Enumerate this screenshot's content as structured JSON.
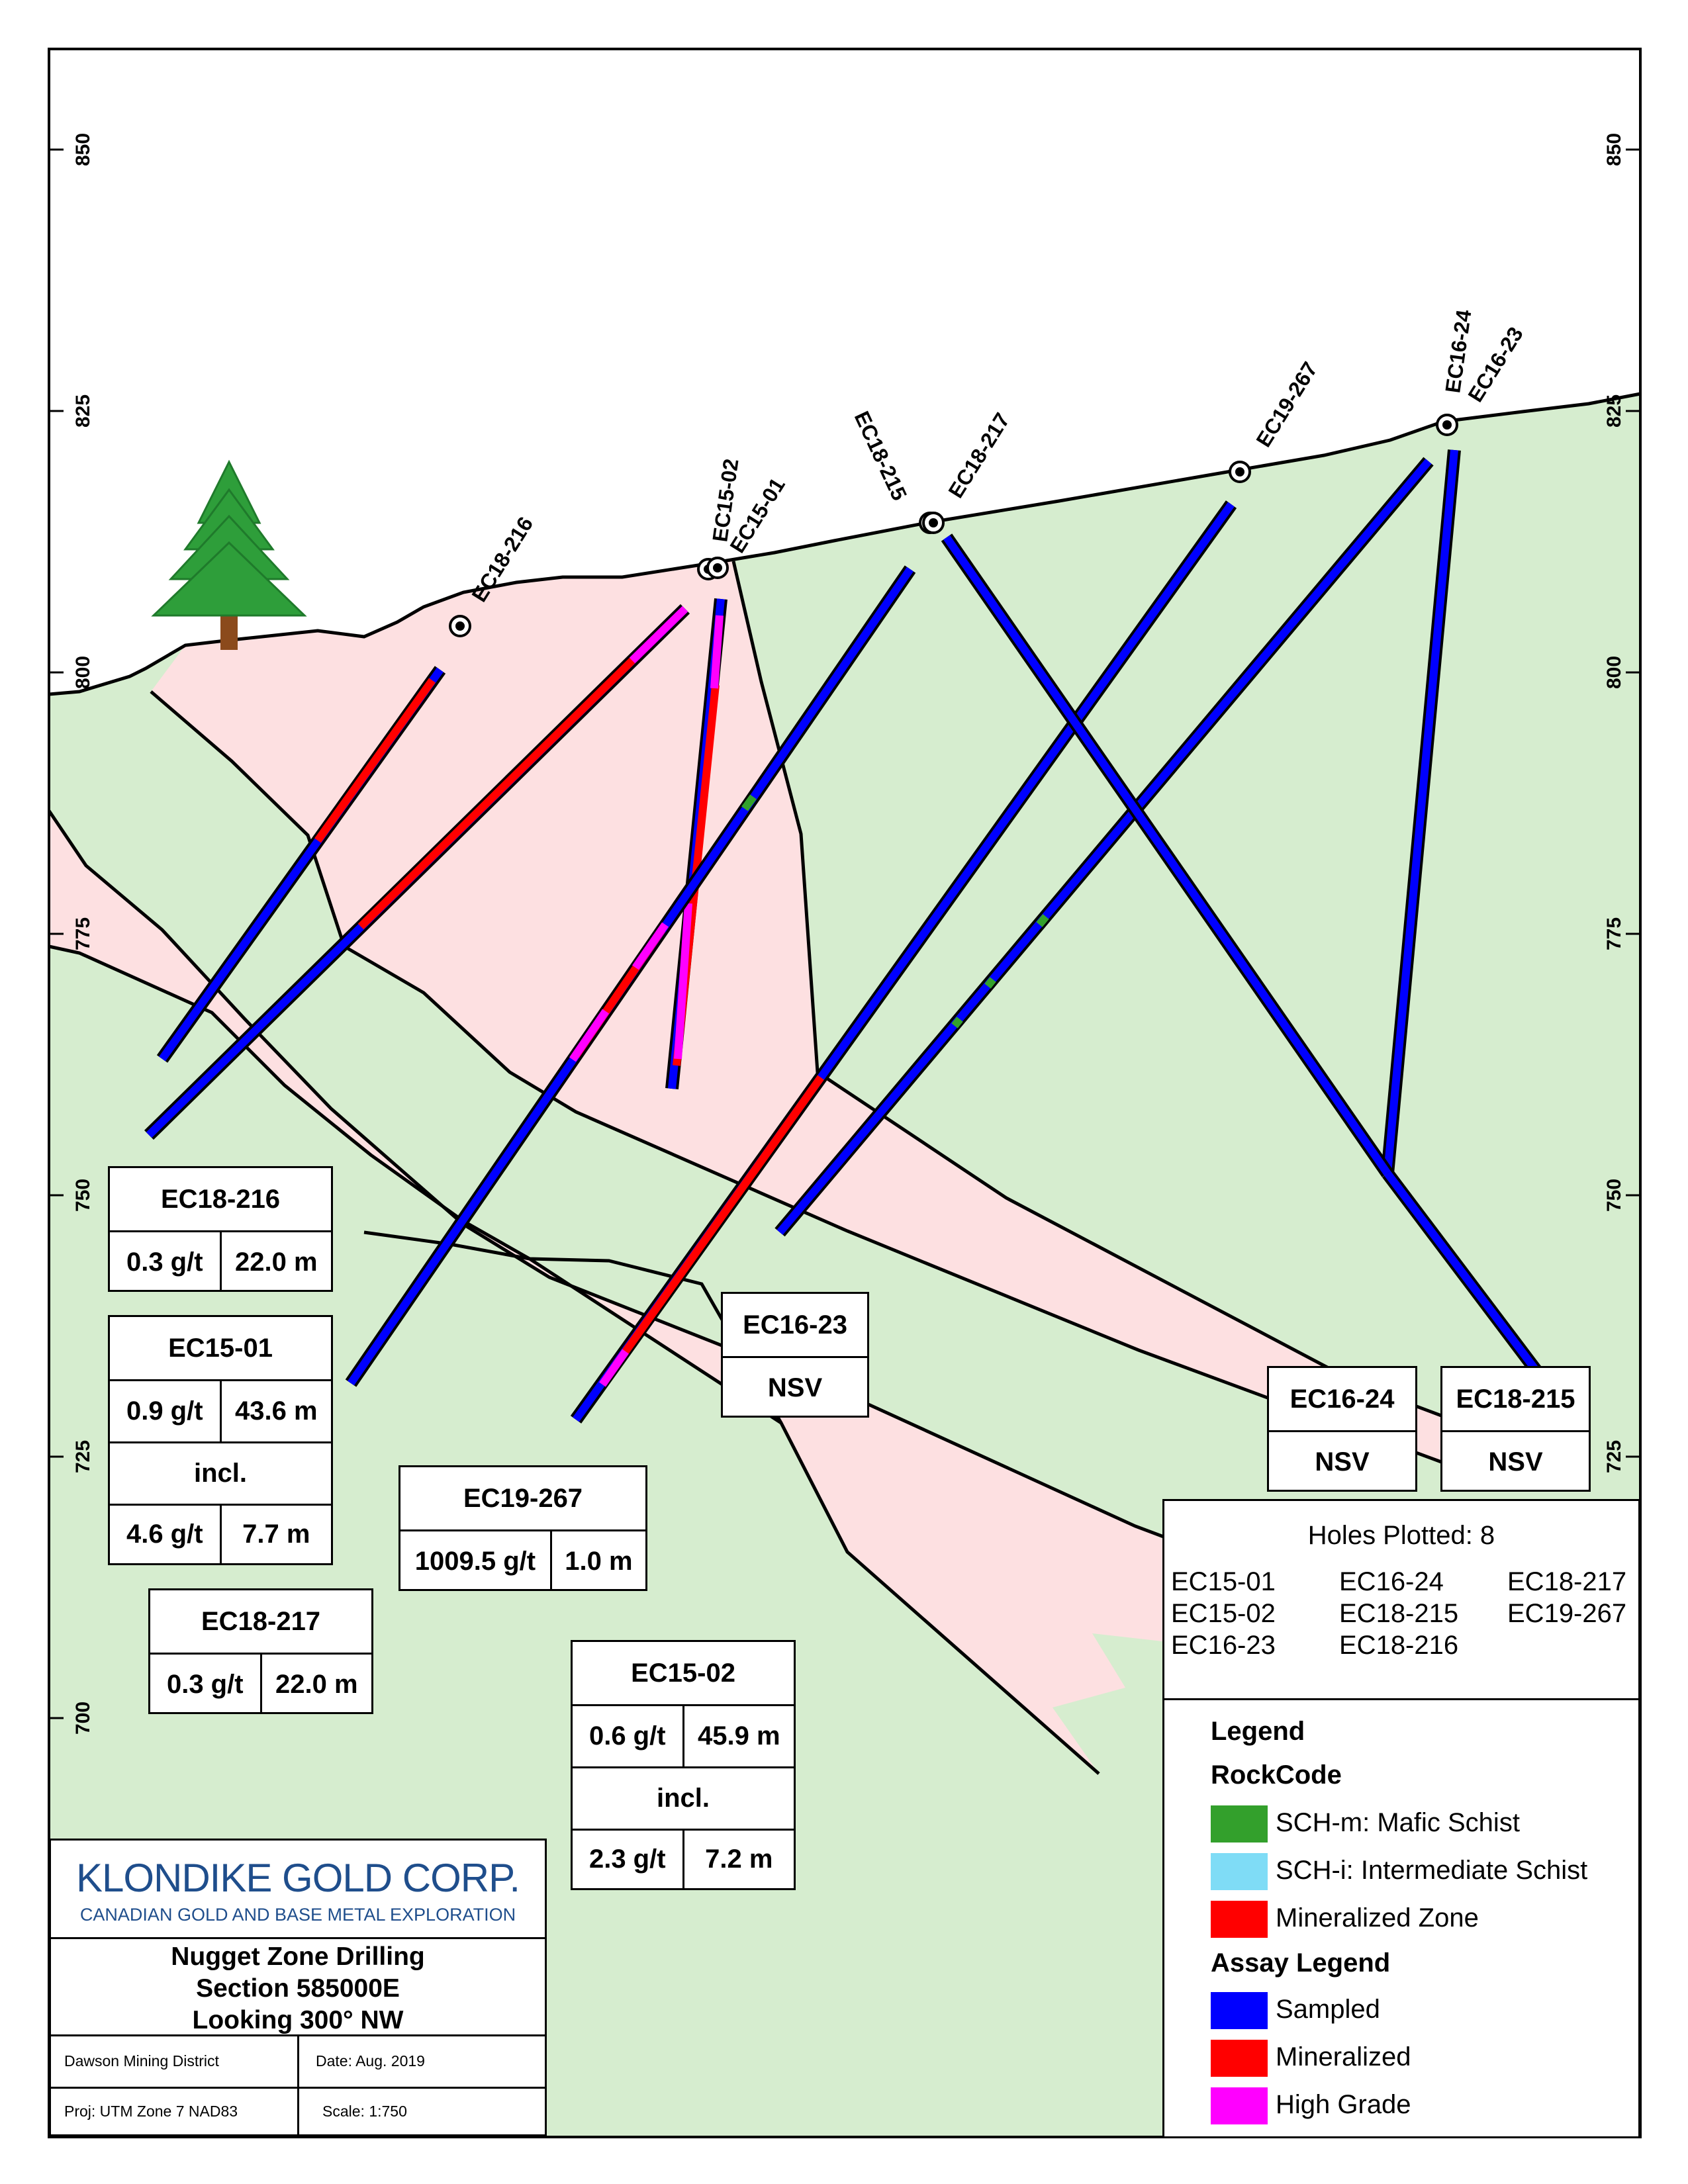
{
  "elevation_axis": {
    "labels": [
      "850",
      "825",
      "800",
      "775",
      "750",
      "725",
      "700"
    ]
  },
  "drill_holes": [
    {
      "name": "EC18-216"
    },
    {
      "name": "EC15-02"
    },
    {
      "name": "EC15-01"
    },
    {
      "name": "EC18-215"
    },
    {
      "name": "EC18-217"
    },
    {
      "name": "EC19-267"
    },
    {
      "name": "EC16-24"
    },
    {
      "name": "EC16-23"
    }
  ],
  "intercepts": {
    "ec18_216": {
      "hole": "EC18-216",
      "grade": "0.3 g/t",
      "length": "22.0 m"
    },
    "ec15_01": {
      "hole": "EC15-01",
      "grade": "0.9 g/t",
      "length": "43.6 m",
      "incl": "incl.",
      "incl_grade": "4.6 g/t",
      "incl_length": "7.7 m"
    },
    "ec19_267": {
      "hole": "EC19-267",
      "grade": "1009.5 g/t",
      "length": "1.0 m"
    },
    "ec18_217": {
      "hole": "EC18-217",
      "grade": "0.3 g/t",
      "length": "22.0 m"
    },
    "ec15_02": {
      "hole": "EC15-02",
      "grade": "0.6 g/t",
      "length": "45.9 m",
      "incl": "incl.",
      "incl_grade": "2.3 g/t",
      "incl_length": "7.2 m"
    },
    "ec16_23": {
      "hole": "EC16-23",
      "result": "NSV"
    },
    "ec16_24": {
      "hole": "EC16-24",
      "result": "NSV"
    },
    "ec18_215": {
      "hole": "EC18-215",
      "result": "NSV"
    }
  },
  "holes_plotted": {
    "heading": "Holes Plotted: 8",
    "columns": [
      [
        "EC15-01",
        "EC15-02",
        "EC16-23"
      ],
      [
        "EC16-24",
        "EC18-215",
        "EC18-216"
      ],
      [
        "EC18-217",
        "EC19-267"
      ]
    ]
  },
  "legend": {
    "title": "Legend",
    "rockcode_title": "RockCode",
    "rockcodes": [
      {
        "label": "SCH-m: Mafic Schist",
        "color": "#33a02c"
      },
      {
        "label": "SCH-i: Intermediate Schist",
        "color": "#7fdcf6"
      },
      {
        "label": "Mineralized Zone",
        "color": "#ff0000"
      }
    ],
    "assay_title": "Assay Legend",
    "assays": [
      {
        "label": "Sampled",
        "color": "#0000ff"
      },
      {
        "label": "Mineralized",
        "color": "#ff0000"
      },
      {
        "label": "High Grade",
        "color": "#ff00ff"
      }
    ]
  },
  "title_block": {
    "company": "KLONDIKE GOLD CORP.",
    "tagline": "CANADIAN GOLD AND BASE METAL EXPLORATION",
    "title_line1": "Nugget Zone Drilling",
    "title_line2": "Section 585000E",
    "title_line3": "Looking 300° NW",
    "district": "Dawson Mining District",
    "date": "Date: Aug. 2019",
    "projection": "Proj: UTM Zone 7 NAD83",
    "scale": "Scale: 1:750"
  },
  "colors": {
    "host_rock": "#d6edcf",
    "mineralized_zone": "#fde0e1",
    "sampled": "#0000ff",
    "mineralized": "#ff0000",
    "high_grade": "#ff00ff",
    "mafic_schist": "#33a02c",
    "tree": "#2e9e3a",
    "trunk": "#8b4a1c"
  }
}
